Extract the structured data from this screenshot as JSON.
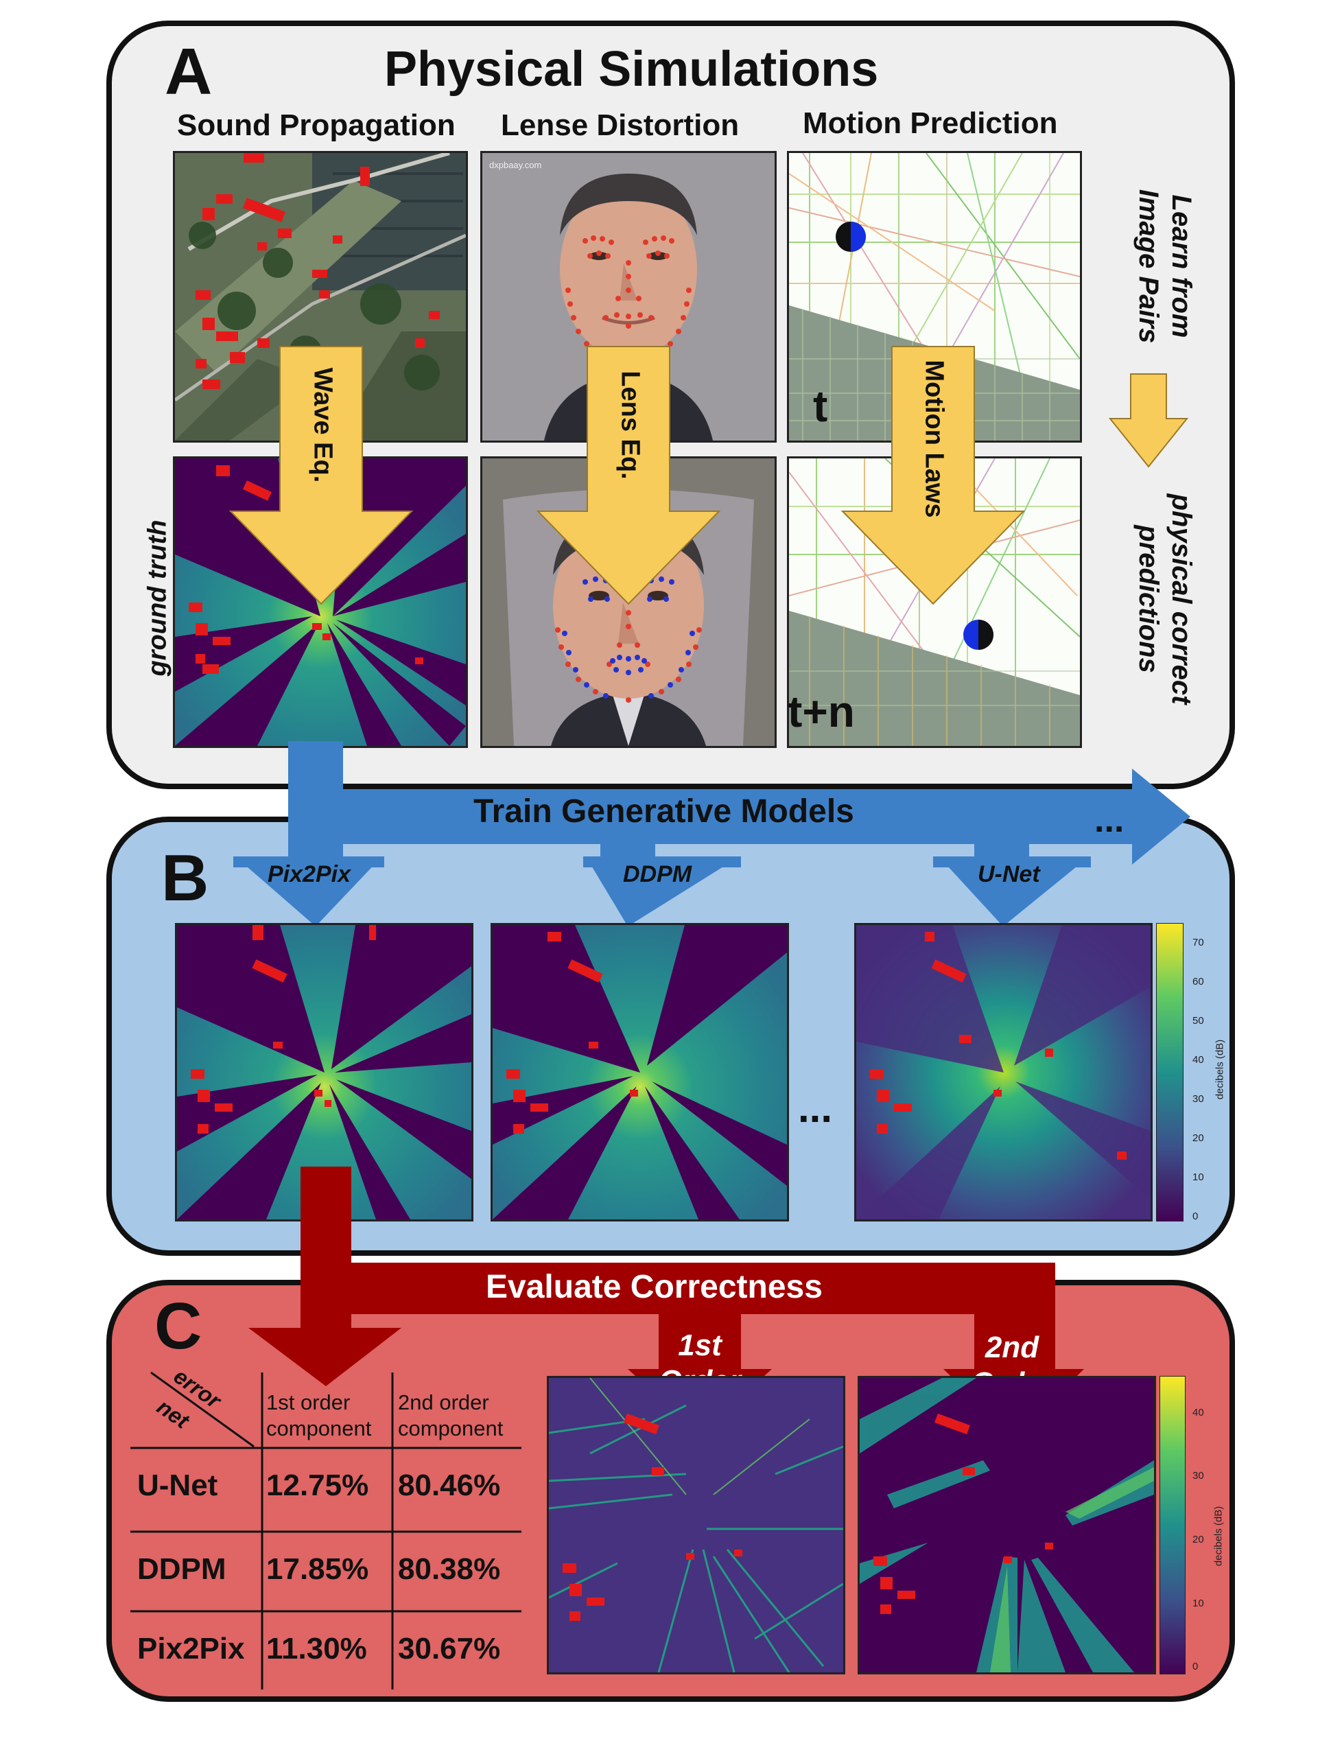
{
  "panelA": {
    "letter": "A",
    "title": "Physical Simulations",
    "columns": [
      "Sound Propagation",
      "Lense Distortion",
      "Motion Prediction"
    ],
    "arrows": [
      "Wave Eq.",
      "Lens Eq.",
      "Motion Laws"
    ],
    "time_labels": [
      "t",
      "t+n"
    ],
    "side_top": [
      "Learn from",
      "Image Pairs"
    ],
    "side_bottom": [
      "physical correct",
      "predictions"
    ],
    "ground_truth": "ground truth",
    "watermark": "dxpbaay.com"
  },
  "train_label": "Train Generative Models",
  "ellipsis": "...",
  "panelB": {
    "letter": "B",
    "models": [
      "Pix2Pix",
      "DDPM",
      "U-Net"
    ],
    "ellipsis": "...",
    "colorbar_label": "decibels (dB)",
    "colorbar_ticks": [
      "70",
      "60",
      "50",
      "40",
      "30",
      "20",
      "10",
      "0"
    ]
  },
  "evaluate_label": "Evaluate Correctness",
  "panelC": {
    "letter": "C",
    "header_error": "error",
    "header_net": "net",
    "col1": [
      "1st order",
      "component"
    ],
    "col2": [
      "2nd order",
      "component"
    ],
    "rows": [
      {
        "net": "U-Net",
        "first": "12.75%",
        "second": "80.46%"
      },
      {
        "net": "DDPM",
        "first": "17.85%",
        "second": "80.38%"
      },
      {
        "net": "Pix2Pix",
        "first": "11.30%",
        "second": "30.67%"
      }
    ],
    "order1": [
      "1st",
      "Order"
    ],
    "order2": [
      "2nd",
      "Order"
    ],
    "colorbar_label": "decibels (dB)",
    "colorbar_ticks": [
      "40",
      "30",
      "20",
      "10",
      "0"
    ]
  },
  "colors": {
    "panelA_bg": "#efefef",
    "panelB_bg": "#a8c8e8",
    "panelC_bg": "#e06565",
    "yellow_arrow": "#f8cc5a",
    "blue_arrow": "#3d80c8",
    "red_arrow": "#a00000",
    "viridis_dark": "#440154",
    "viridis_teal": "#21918c",
    "viridis_yellow": "#fde725"
  }
}
